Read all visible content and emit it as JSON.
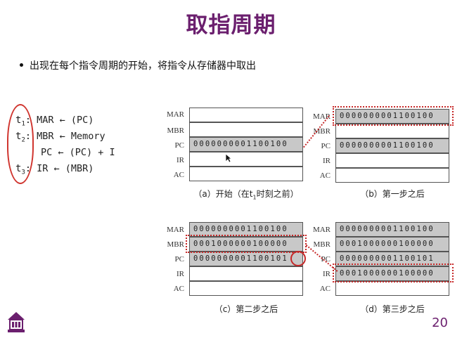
{
  "slide": {
    "title": "取指周期",
    "bullet": "出现在每个指令周期的开始，将指令从存储器中取出",
    "page_number": "20"
  },
  "code": {
    "line1": {
      "t": "t",
      "sub": "1",
      "text": ": MAR ← (PC)"
    },
    "line2": {
      "t": "t",
      "sub": "2",
      "text": ": MBR ← Memory"
    },
    "line3": {
      "text": "PC ← (PC) + I"
    },
    "line4": {
      "t": "t",
      "sub": "3",
      "text": ": IR ← (MBR)"
    }
  },
  "labels": {
    "mar": "MAR",
    "mbr": "MBR",
    "pc": "PC",
    "ir": "IR",
    "ac": "AC"
  },
  "diagrams": {
    "a": {
      "caption_pre": "（a）开始（在t",
      "caption_sub": "1",
      "caption_post": "时刻之前）",
      "mar": "",
      "mbr": "",
      "pc": "0000000001100100",
      "ir": "",
      "ac": ""
    },
    "b": {
      "caption": "（b）第一步之后",
      "mar": "0000000001100100",
      "mbr": "",
      "pc": "0000000001100100",
      "ir": "",
      "ac": ""
    },
    "c": {
      "caption": "（c）第二步之后",
      "mar": "0000000001100100",
      "mbr": "0001000000100000",
      "pc": "0000000001100101",
      "ir": "",
      "ac": ""
    },
    "d": {
      "caption": "（d）第三步之后",
      "mar": "0000000001100100",
      "mbr": "0001000000100000",
      "pc": "0000000001100101",
      "ir": "0001000000100000",
      "ac": ""
    }
  },
  "colors": {
    "title": "#6b1f6e",
    "highlight": "#c62828",
    "register_gray": "#c8c8c8"
  }
}
